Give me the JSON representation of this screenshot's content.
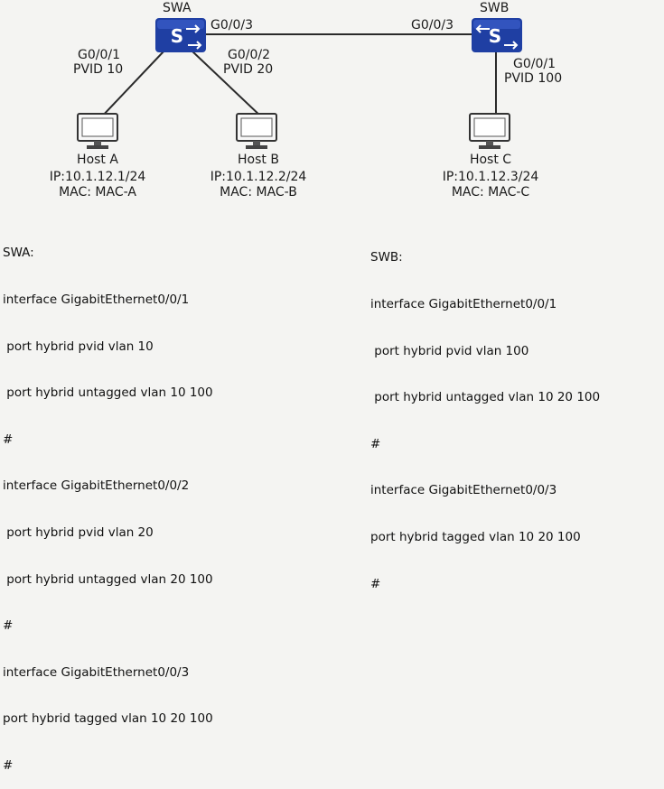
{
  "switches": {
    "swa": {
      "name": "SWA",
      "icon": "switch-icon"
    },
    "swb": {
      "name": "SWB",
      "icon": "switch-icon"
    }
  },
  "ports": {
    "swa_g003": "G0/0/3",
    "swb_g003": "G0/0/3",
    "swa_g001": {
      "name": "G0/0/1",
      "pvid": "PVID 10"
    },
    "swa_g002": {
      "name": "G0/0/2",
      "pvid": "PVID 20"
    },
    "swb_g001": {
      "name": "G0/0/1",
      "pvid": "PVID 100"
    }
  },
  "hosts": [
    {
      "name": "Host A",
      "ip": "IP:10.1.12.1/24",
      "mac": "MAC:  MAC-A",
      "icon": "computer-icon"
    },
    {
      "name": "Host B",
      "ip": "IP:10.1.12.2/24",
      "mac": "MAC:  MAC-B",
      "icon": "computer-icon"
    },
    {
      "name": "Host C",
      "ip": "IP:10.1.12.3/24",
      "mac": "MAC:  MAC-C",
      "icon": "computer-icon"
    }
  ],
  "colors": {
    "switch_fill": "#1f3fa3",
    "switch_highlight": "#3f63d0",
    "link": "#2a2a2a",
    "background": "#f4f4f2"
  },
  "config_swa": {
    "title": "SWA:",
    "lines": [
      "interface GigabitEthernet0/0/1",
      " port hybrid pvid vlan 10",
      " port hybrid untagged vlan 10 100",
      "#",
      "interface GigabitEthernet0/0/2",
      " port hybrid pvid vlan 20",
      " port hybrid untagged vlan 20 100",
      "#",
      "interface GigabitEthernet0/0/3",
      "port hybrid tagged vlan 10 20 100",
      "#"
    ]
  },
  "config_swb": {
    "title": "SWB:",
    "lines": [
      "interface GigabitEthernet0/0/1",
      " port hybrid pvid vlan 100",
      " port hybrid untagged vlan 10 20 100",
      "#",
      "interface GigabitEthernet0/0/3",
      "port hybrid tagged vlan 10 20 100",
      "#"
    ]
  }
}
